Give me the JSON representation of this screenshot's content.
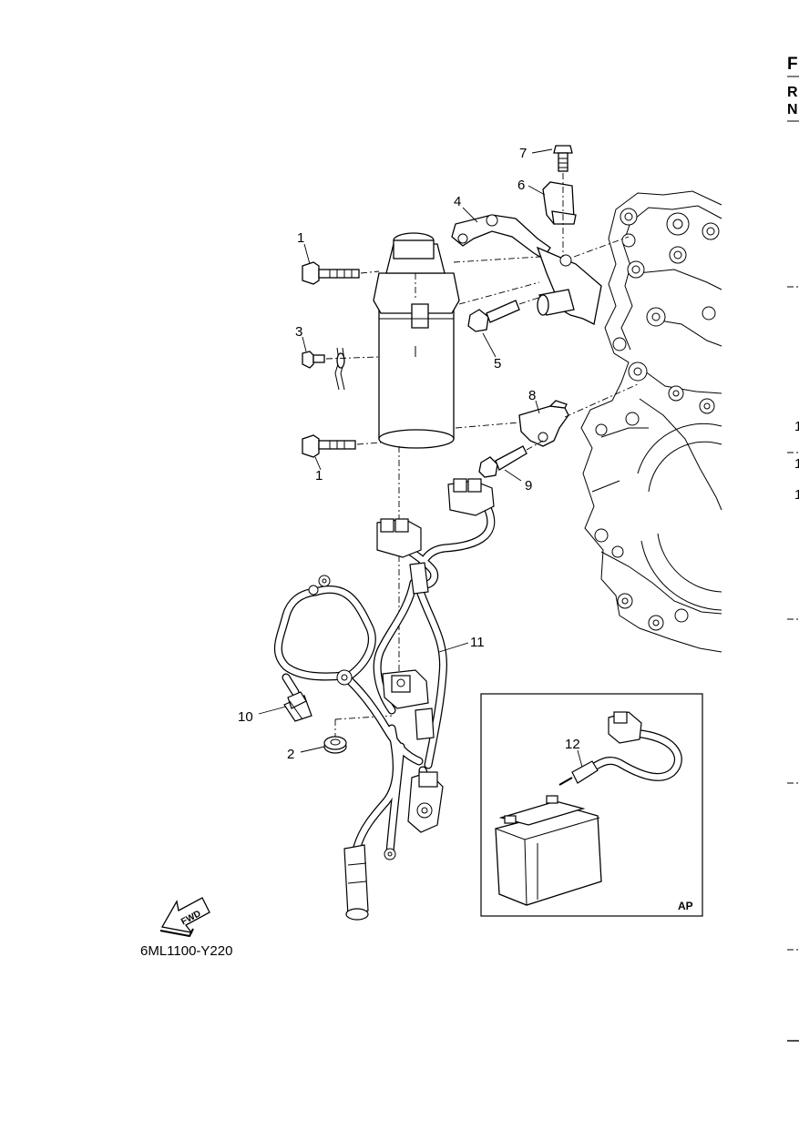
{
  "edge_header": {
    "line1": "F",
    "line2": "R",
    "line3": "N"
  },
  "edge_numbers": [
    "1",
    "1",
    "1"
  ],
  "callouts": {
    "c1_top": "1",
    "c1_bottom": "1",
    "c2": "2",
    "c3": "3",
    "c4": "4",
    "c5": "5",
    "c6": "6",
    "c7": "7",
    "c8": "8",
    "c9": "9",
    "c10": "10",
    "c11": "11",
    "c12": "12"
  },
  "inset": {
    "label": "AP"
  },
  "fwd_label": "FWD",
  "diagram_code": "6ML1100-Y220"
}
